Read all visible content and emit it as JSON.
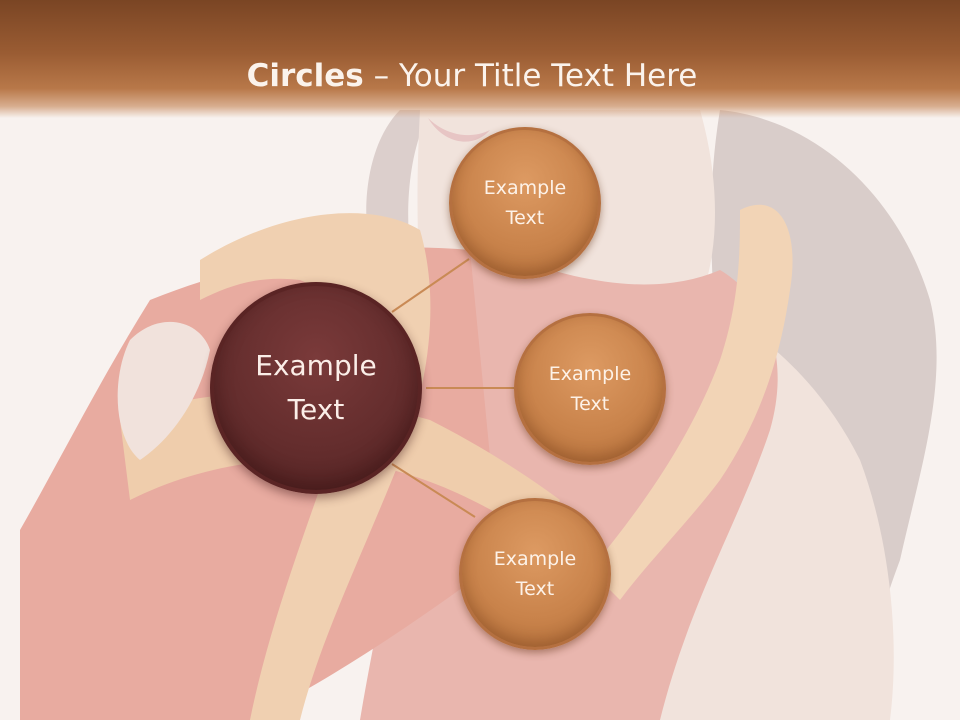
{
  "slide": {
    "title_bold": "Circles",
    "title_rest": " – Your Title Text Here"
  },
  "diagram": {
    "center": {
      "label": "Example\nText"
    },
    "satellites": [
      {
        "label": "Example\nText"
      },
      {
        "label": "Example\nText"
      },
      {
        "label": "Example\nText"
      }
    ]
  },
  "colors": {
    "title_bar": "#8a4f2a",
    "center_circle": "#642d2d",
    "satellite_circle": "#c9834b",
    "connector": "#c98a55"
  },
  "background_image": "faded-photo-woman-holding-red-gift-box-with-orange-ribbon"
}
